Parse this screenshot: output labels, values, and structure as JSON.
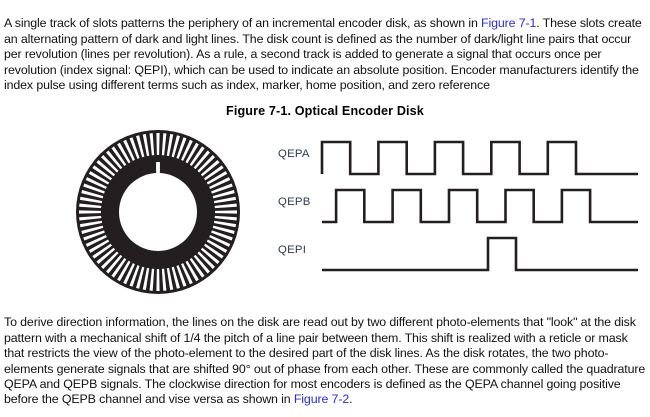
{
  "document": {
    "paragraphs": {
      "intro": {
        "seg1": "A single track of slots patterns the periphery of an incremental encoder disk, as shown in ",
        "link": "Figure 7-1",
        "seg2": ". These slots create an alternating pattern of dark and light lines. The disk count is defined as the number of dark/light line pairs that occur per revolution (lines per revolution). As a rule, a second track is added to generate a signal that occurs once per revolution (index signal: QEPI), which can be used to indicate an absolute position. Encoder manufacturers identify the index pulse using different terms such as index, marker, home position, and zero reference"
      },
      "direction": {
        "seg1": "To derive direction information, the lines on the disk are read out by two different photo-elements that \"look\" at the disk pattern with a mechanical shift of 1/4 the pitch of a line pair between them. This shift is realized with a reticle or mask that restricts the view of the photo-element to the desired part of the disk lines. As the disk rotates, the two photo-elements generate signals that are shifted 90° out of phase from each other. These are commonly called the quadrature QEPA and QEPB signals. The clockwise direction for most encoders is defined as the QEPA channel going positive before the QEPB channel and vise versa as shown in ",
        "link": "Figure 7-2",
        "seg2": "."
      }
    },
    "figure": {
      "caption_number": "Figure 7-1.",
      "caption_title": "Optical Encoder Disk",
      "caption_full": "Figure 7-1.  Optical Encoder Disk",
      "disk": {
        "name": "optical-encoder-disk",
        "slot_count": 72,
        "index_slot_count": 1,
        "disk_color": "#231f20",
        "slot_color": "#ffffff",
        "hub_color": "#ffffff"
      },
      "signals": [
        {
          "label": "QEPA",
          "type": "square",
          "pulses": 5,
          "phase_deg": 0,
          "start_level": "low"
        },
        {
          "label": "QEPB",
          "type": "square",
          "pulses": 5,
          "phase_deg": 90,
          "start_level": "low"
        },
        {
          "label": "QEPI",
          "type": "index-pulse",
          "pulses": 1,
          "phase_deg": 0,
          "start_level": "low"
        }
      ]
    },
    "colors": {
      "link": "#2a2ae0",
      "text": "#111111",
      "signal_label": "#2e3a52",
      "waveform_stroke": "#231f20",
      "background": "#ffffff"
    }
  }
}
